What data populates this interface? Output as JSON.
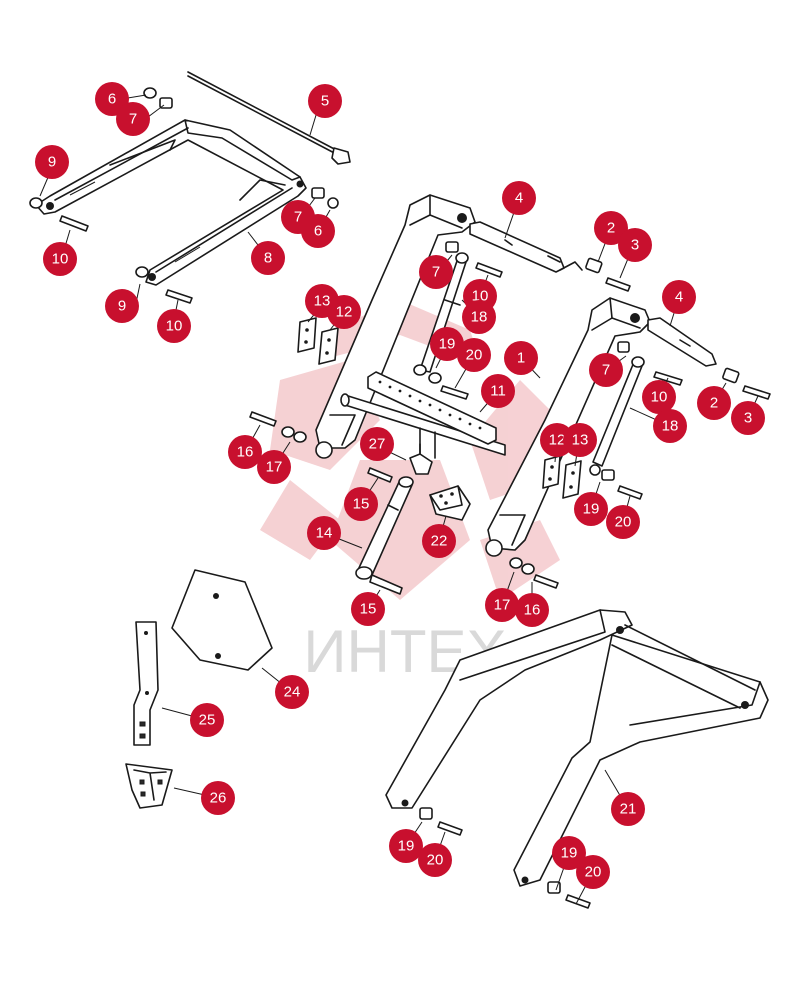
{
  "watermark": {
    "text": "ИНТЕХ",
    "color": "#d9d9d9",
    "logo_color": "#f4c9cc"
  },
  "accent_color": "#c8102e",
  "callouts": [
    {
      "label": "6"
    },
    {
      "label": "7"
    },
    {
      "label": "5"
    },
    {
      "label": "9"
    },
    {
      "label": "10"
    },
    {
      "label": "7"
    },
    {
      "label": "6"
    },
    {
      "label": "8"
    },
    {
      "label": "9"
    },
    {
      "label": "10"
    },
    {
      "label": "4"
    },
    {
      "label": "2"
    },
    {
      "label": "3"
    },
    {
      "label": "7"
    },
    {
      "label": "10"
    },
    {
      "label": "13"
    },
    {
      "label": "12"
    },
    {
      "label": "18"
    },
    {
      "label": "4"
    },
    {
      "label": "19"
    },
    {
      "label": "20"
    },
    {
      "label": "1"
    },
    {
      "label": "7"
    },
    {
      "label": "10"
    },
    {
      "label": "2"
    },
    {
      "label": "3"
    },
    {
      "label": "11"
    },
    {
      "label": "18"
    },
    {
      "label": "16"
    },
    {
      "label": "17"
    },
    {
      "label": "27"
    },
    {
      "label": "12"
    },
    {
      "label": "13"
    },
    {
      "label": "15"
    },
    {
      "label": "19"
    },
    {
      "label": "20"
    },
    {
      "label": "14"
    },
    {
      "label": "22"
    },
    {
      "label": "17"
    },
    {
      "label": "16"
    },
    {
      "label": "15"
    },
    {
      "label": "24"
    },
    {
      "label": "25"
    },
    {
      "label": "26"
    },
    {
      "label": "21"
    },
    {
      "label": "19"
    },
    {
      "label": "20"
    },
    {
      "label": "19"
    },
    {
      "label": "20"
    }
  ]
}
